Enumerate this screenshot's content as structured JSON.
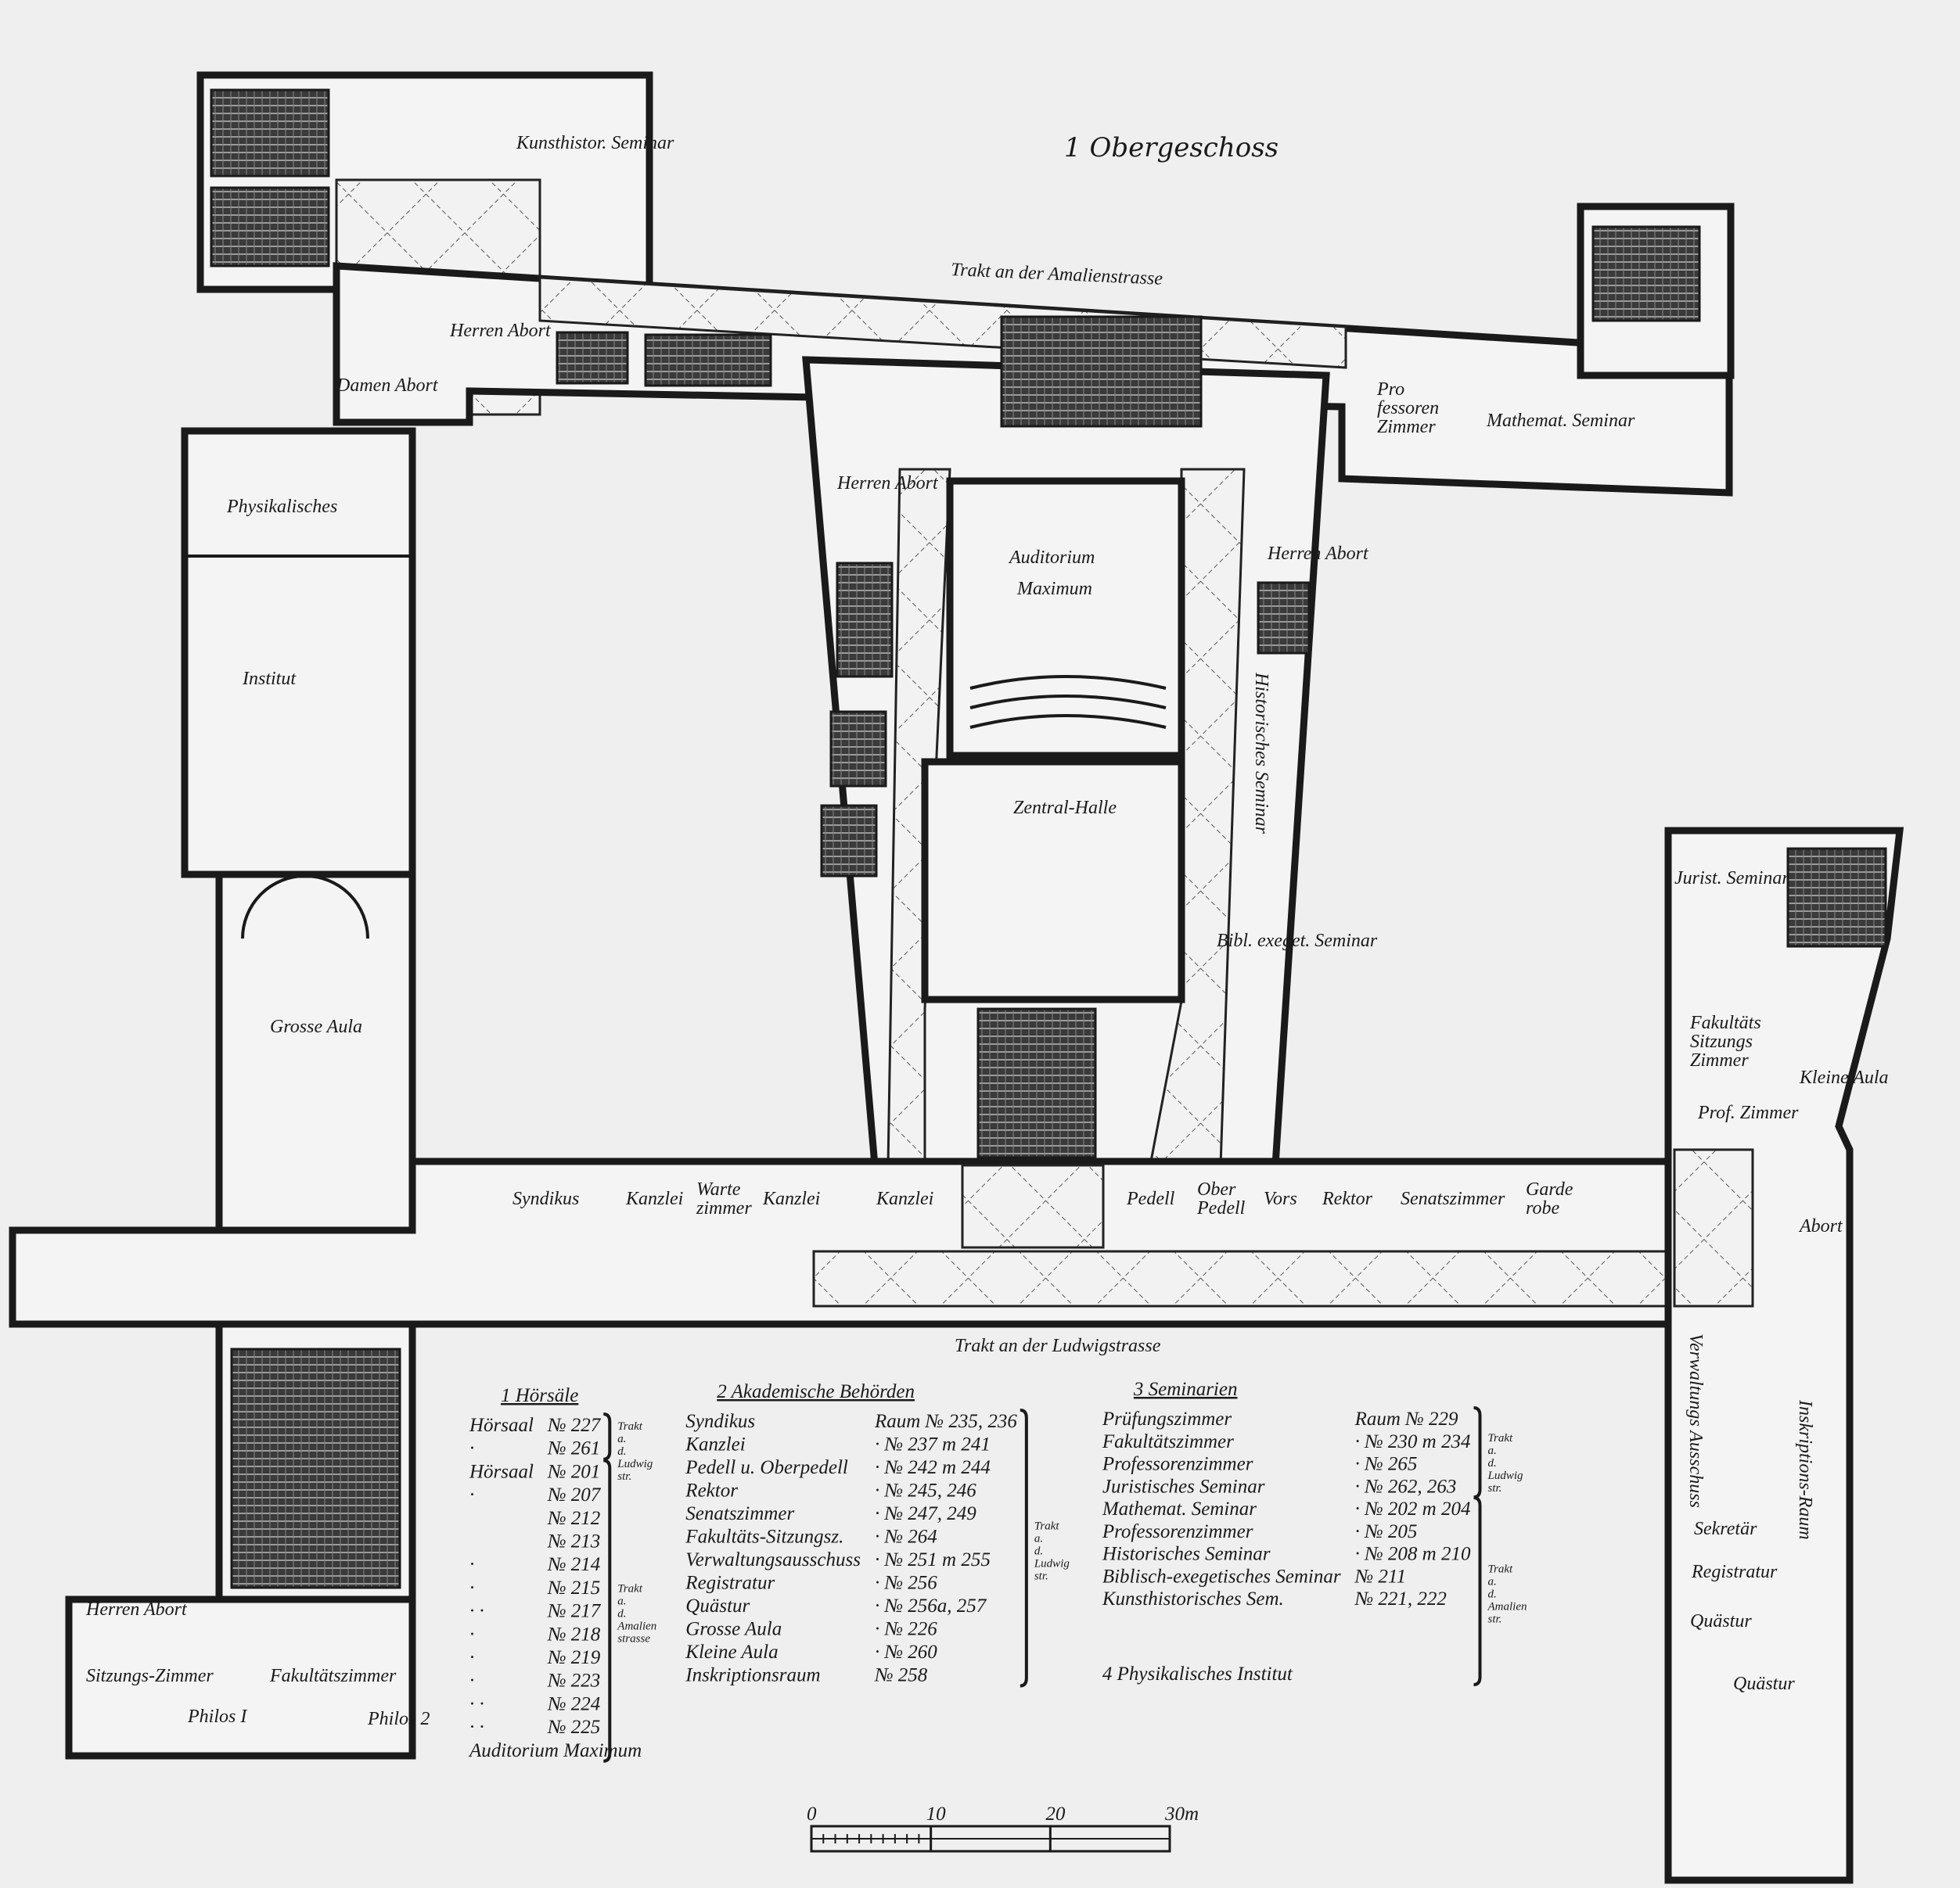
{
  "title": "1 Obergeschoss",
  "wing_labels": {
    "amalienstrasse": "Trakt an der Amalienstrasse",
    "ludwigstrasse": "Trakt an der Ludwigstrasse"
  },
  "rooms": [
    "Kunsthistor. Seminar",
    "Herren Abort",
    "Damen Abort",
    "Physikalisches",
    "Institut",
    "Grosse Aula",
    "Auditorium",
    "Maximum",
    "Zentral-Halle",
    "Herren Abort",
    "Herren Abort",
    "Historisches Seminar",
    "Bibl. exeget. Seminar",
    "Pro fessoren Zimmer",
    "Mathemat. Seminar",
    "Jurist. Seminar",
    "Kleine Aula",
    "Fakultäts Sitzungs Zimmer",
    "Prof. Zimmer",
    "Syndikus",
    "Kanzlei",
    "Warte zimmer",
    "Kanzlei",
    "Kanzlei",
    "Pedell",
    "Ober Pedell",
    "Vors",
    "Rektor",
    "Senatszimmer",
    "Garde robe",
    "Abort",
    "Verwaltungs Ausschuss",
    "Inskriptions-Raum",
    "Sekretär",
    "Registratur",
    "Quästur",
    "Quästur",
    "Herren Abort",
    "Sitzungs-Zimmer",
    "Philos I",
    "Fakultätszimmer",
    "Philos 2"
  ],
  "legend": {
    "horsaele": {
      "title": "1 Hörsäle",
      "rows": [
        {
          "label": "Hörsaal",
          "room": "№ 227"
        },
        {
          "label": "·",
          "room": "№ 261"
        },
        {
          "label": "Hörsaal",
          "room": "№ 201"
        },
        {
          "label": "·",
          "room": "№ 207"
        },
        {
          "label": "",
          "room": "№ 212"
        },
        {
          "label": "",
          "room": "№ 213"
        },
        {
          "label": "·",
          "room": "№ 214"
        },
        {
          "label": "·",
          "room": "№ 215"
        },
        {
          "label": "· ·",
          "room": "№ 217"
        },
        {
          "label": "·",
          "room": "№ 218"
        },
        {
          "label": "·",
          "room": "№ 219"
        },
        {
          "label": "·",
          "room": "№ 223"
        },
        {
          "label": "· ·",
          "room": "№ 224"
        },
        {
          "label": "· ·",
          "room": "№ 225"
        },
        {
          "label": "Auditorium Maximum",
          "room": ""
        }
      ],
      "groups": [
        "Trakt a. d. Ludwig str.",
        "Trakt a. d. Amalien strasse"
      ]
    },
    "behoerden": {
      "title": "2 Akademische Behörden",
      "rows": [
        {
          "label": "Syndikus",
          "room": "Raum № 235, 236"
        },
        {
          "label": "Kanzlei",
          "room": "· № 237 m 241"
        },
        {
          "label": "Pedell u. Oberpedell",
          "room": "· № 242 m 244"
        },
        {
          "label": "Rektor",
          "room": "· № 245, 246"
        },
        {
          "label": "Senatszimmer",
          "room": "· № 247, 249"
        },
        {
          "label": "Fakultäts-Sitzungsz.",
          "room": "· № 264"
        },
        {
          "label": "Verwaltungsausschuss",
          "room": "· № 251 m 255"
        },
        {
          "label": "Registratur",
          "room": "· № 256"
        },
        {
          "label": "Quästur",
          "room": "· № 256a, 257"
        },
        {
          "label": "Grosse Aula",
          "room": "· № 226"
        },
        {
          "label": "Kleine Aula",
          "room": "· № 260"
        },
        {
          "label": "Inskriptionsraum",
          "room": "№ 258"
        }
      ],
      "group": "Trakt a. d. Ludwig str."
    },
    "seminarien": {
      "title": "3 Seminarien",
      "rows": [
        {
          "label": "Prüfungszimmer",
          "room": "Raum № 229"
        },
        {
          "label": "Fakultätszimmer",
          "room": "· № 230 m 234"
        },
        {
          "label": "Professorenzimmer",
          "room": "· № 265"
        },
        {
          "label": "Juristisches Seminar",
          "room": "· № 262, 263"
        },
        {
          "label": "Mathemat. Seminar",
          "room": "· № 202 m 204"
        },
        {
          "label": "Professorenzimmer",
          "room": "· № 205"
        },
        {
          "label": "Historisches Seminar",
          "room": "· № 208 m 210"
        },
        {
          "label": "Biblisch-exegetisches Seminar",
          "room": "№ 211"
        },
        {
          "label": "Kunsthistorisches Sem.",
          "room": "№ 221, 222"
        }
      ],
      "groups": [
        "Trakt a. d. Ludwig str.",
        "Trakt a. d. Amalien str."
      ],
      "footer": "4 Physikalisches Institut"
    }
  },
  "scale": {
    "ticks": [
      "0",
      "10",
      "20",
      "30m"
    ],
    "unit": "m",
    "max": 30
  }
}
